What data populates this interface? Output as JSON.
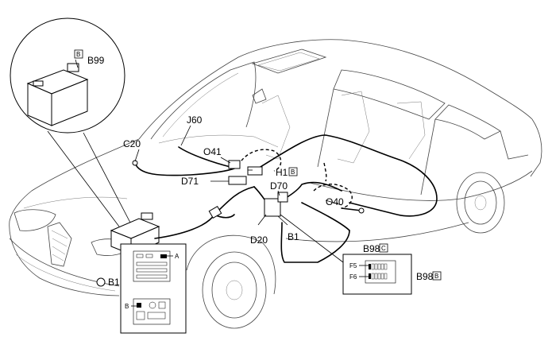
{
  "labels": {
    "B99": "B99",
    "B99_box": "B",
    "J60": "J60",
    "C20": "C20",
    "O41": "O41",
    "H1": "H1",
    "H1_box": "B",
    "D71": "D71",
    "D70": "D70",
    "O40": "O40",
    "D20": "D20",
    "B1_engine": "B1",
    "B1_center": "B1",
    "B98C": "B98",
    "B98C_box": "C",
    "B98B": "B98",
    "B98B_box": "B",
    "F5": "F5",
    "F6": "F6",
    "inset_A": "A",
    "inset_B": "B"
  }
}
